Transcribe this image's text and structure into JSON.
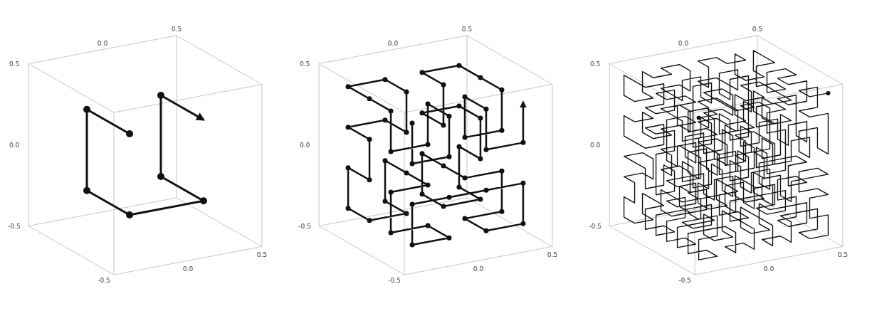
{
  "diagram": {
    "labels": [
      "0.5",
      "0.0",
      "0.5",
      "0.0",
      "-0.5",
      "-0.5",
      "0.0",
      "0.5",
      "0.5",
      "0.0",
      "0.5",
      "0.0",
      "-0.5",
      "-0.5",
      "0.0",
      "0.5",
      "0.5",
      "0.0",
      "0.5",
      "0.0",
      "-0.5",
      "-0.5",
      "0.0",
      "0.5"
    ]
  }
}
